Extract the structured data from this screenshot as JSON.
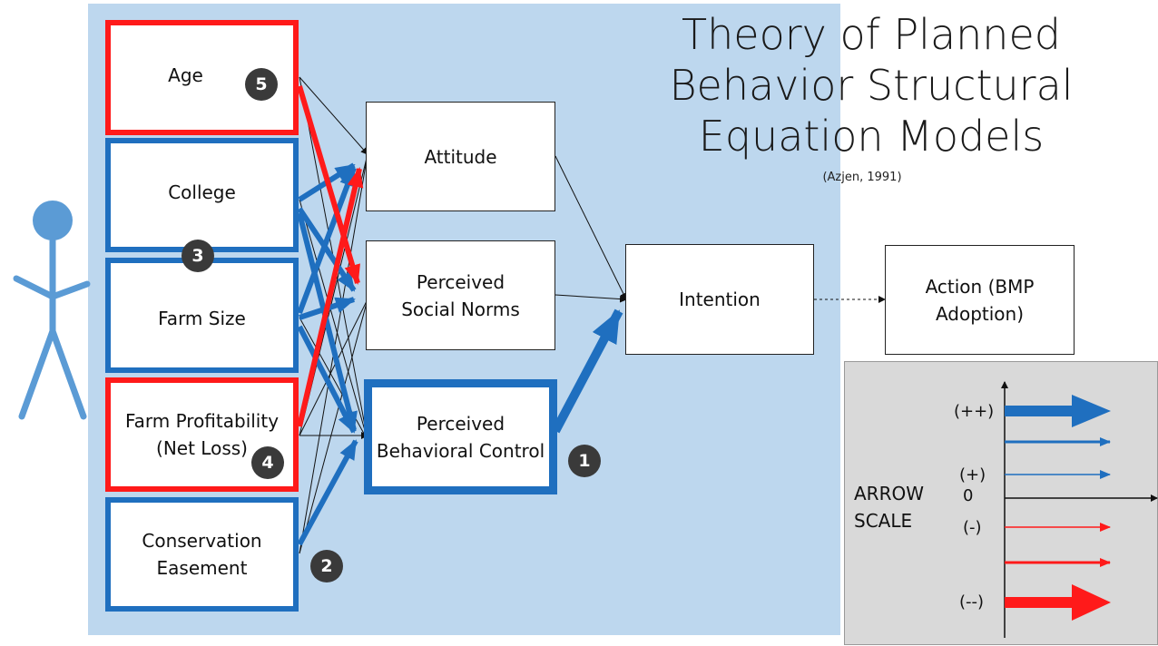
{
  "title": "Theory of Planned Behavior Structural Equation Models",
  "citation": "(Azjen, 1991)",
  "predictors": {
    "age": "Age",
    "college": "College",
    "farm_size": "Farm Size",
    "farm_profitability": "Farm Profitability (Net Loss)",
    "conservation_easement": "Conservation Easement"
  },
  "mediators": {
    "attitude": "Attitude",
    "social_norms": "Perceived Social Norms",
    "behavioral_control": "Perceived Behavioral Control"
  },
  "intention": "Intention",
  "action": "Action (BMP Adoption)",
  "badges": [
    "1",
    "2",
    "3",
    "4",
    "5"
  ],
  "arrow_scale": {
    "label": "ARROW SCALE",
    "strong_positive": "(++)",
    "positive": "(+)",
    "zero": "0",
    "negative": "(-)",
    "strong_negative": "(--)"
  },
  "colors": {
    "positive": "#1f6fbf",
    "negative": "#ff1a1a",
    "panel": "#bdd7ee"
  }
}
